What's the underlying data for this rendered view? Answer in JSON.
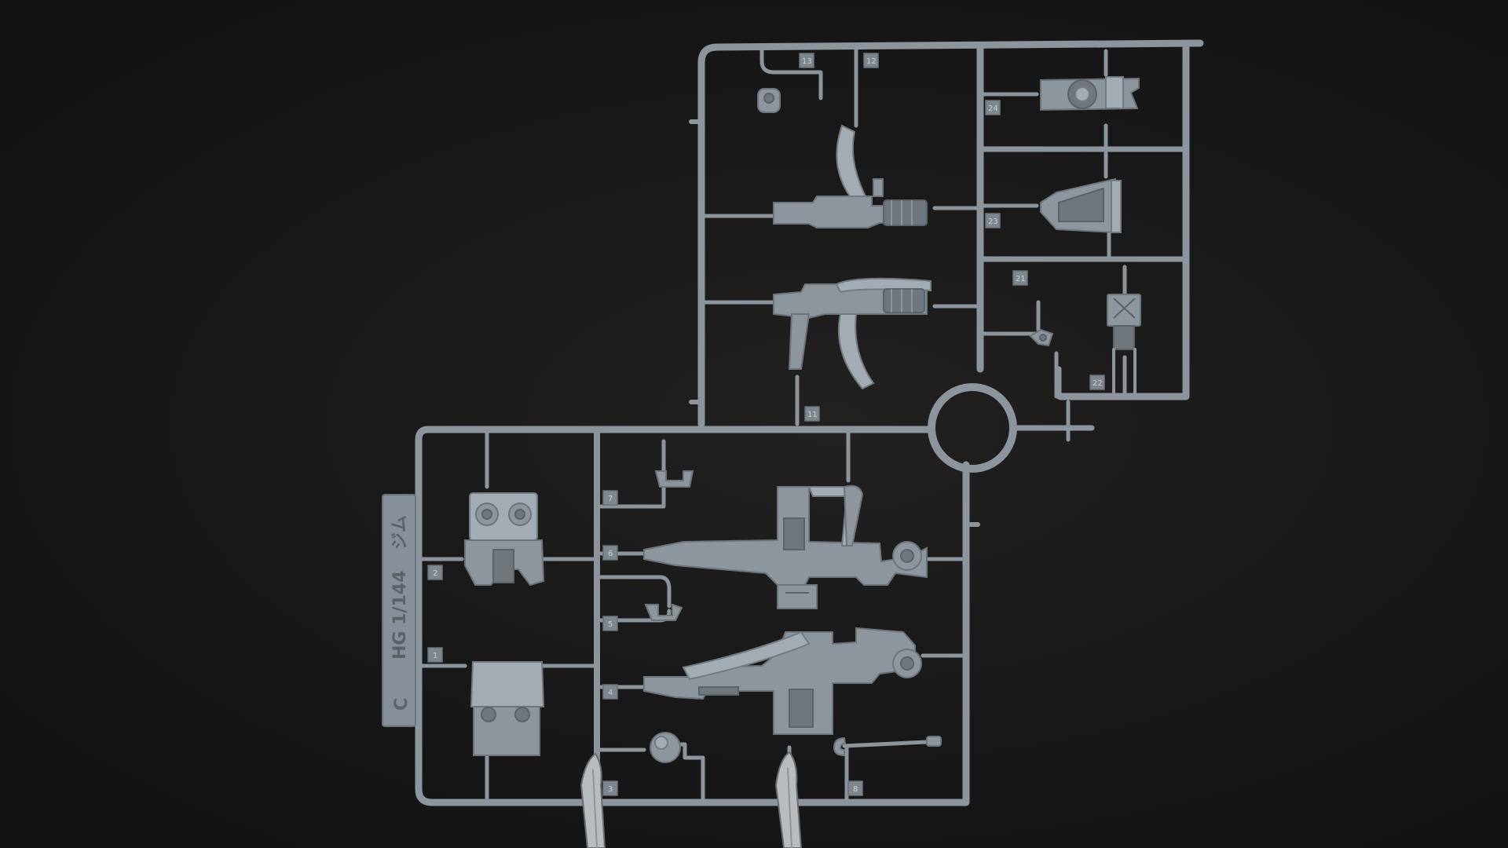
{
  "photo": {
    "subject": "plastic-model-runner",
    "colors": {
      "background": "#161515",
      "plastic": "#8d969d",
      "plastic_highlight": "#a3acb2",
      "clip_metal": "#b9bcbe"
    }
  },
  "plate": {
    "scale_label": "HG 1/144",
    "name_label": "ジム",
    "runner_letter": "C"
  },
  "part_tags": [
    "13",
    "12",
    "24",
    "23",
    "21",
    "22",
    "11",
    "7",
    "6",
    "5",
    "4",
    "2",
    "1",
    "3",
    "8"
  ]
}
